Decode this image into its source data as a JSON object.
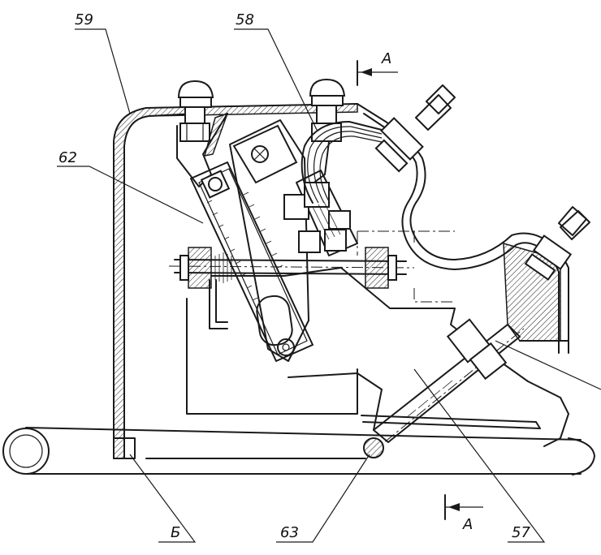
{
  "labels": {
    "part_59": "59",
    "part_58": "58",
    "part_62": "62",
    "part_63": "63",
    "part_57": "57",
    "ref_b": "Б",
    "section_top": "А",
    "section_bottom": "А"
  }
}
